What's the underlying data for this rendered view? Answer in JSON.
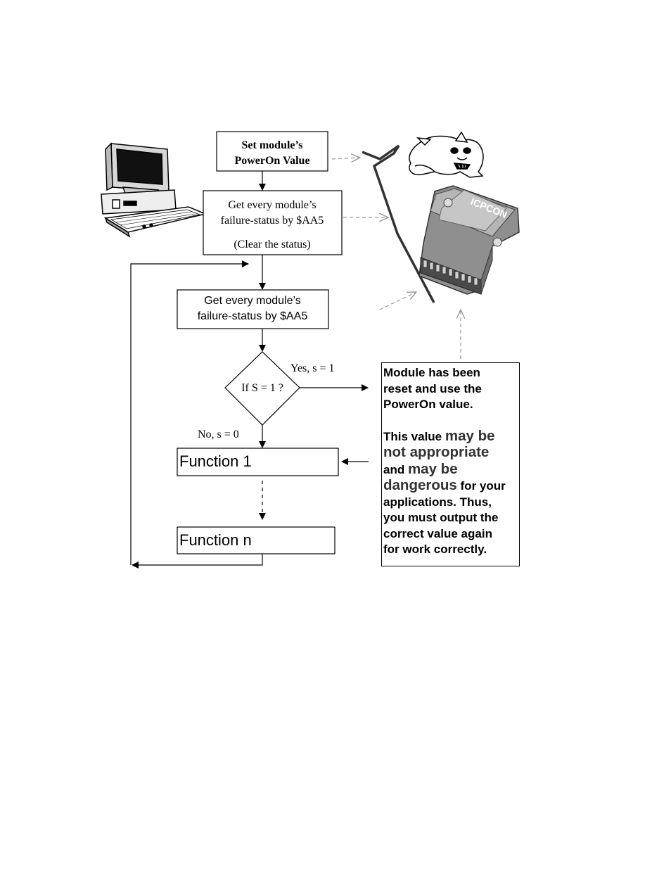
{
  "flow": {
    "set_poweron_line1": "Set module’s",
    "set_poweron_line2": "PowerOn Value",
    "get_status_1_line1": "Get every module’s",
    "get_status_1_line2": "failure-status by $AA5",
    "get_status_1_line3": "(Clear the status)",
    "get_status_2_line1": "Get every module’s",
    "get_status_2_line2": "failure-status by $AA5",
    "decision": "If S = 1 ?",
    "yes_label": "Yes, s = 1",
    "no_label": "No, s = 0",
    "function_1": "Function 1",
    "function_n": "Function n"
  },
  "note": {
    "para1_line1": "Module has been",
    "para1_line2": "reset and use the",
    "para1_line3": "PowerOn value.",
    "p2_a": "This value ",
    "p2_b": "may be",
    "p2_c": "not appropriate",
    "p2_d": "and ",
    "p2_e": "may be",
    "p2_f": "dangerous",
    "p2_g": " for your",
    "p2_h": "applications. Thus,",
    "p2_i": "you must output the",
    "p2_j": "correct value again",
    "p2_k": "for work correctly."
  },
  "module_logo": "ICPCON",
  "icons": [
    "computer-icon",
    "bulldog-icon",
    "io-module-icon",
    "lightning-bolt-icon"
  ],
  "colors": {
    "line": "#000000",
    "dashed_gray": "#999999",
    "module_body": "#9a9a9a"
  }
}
